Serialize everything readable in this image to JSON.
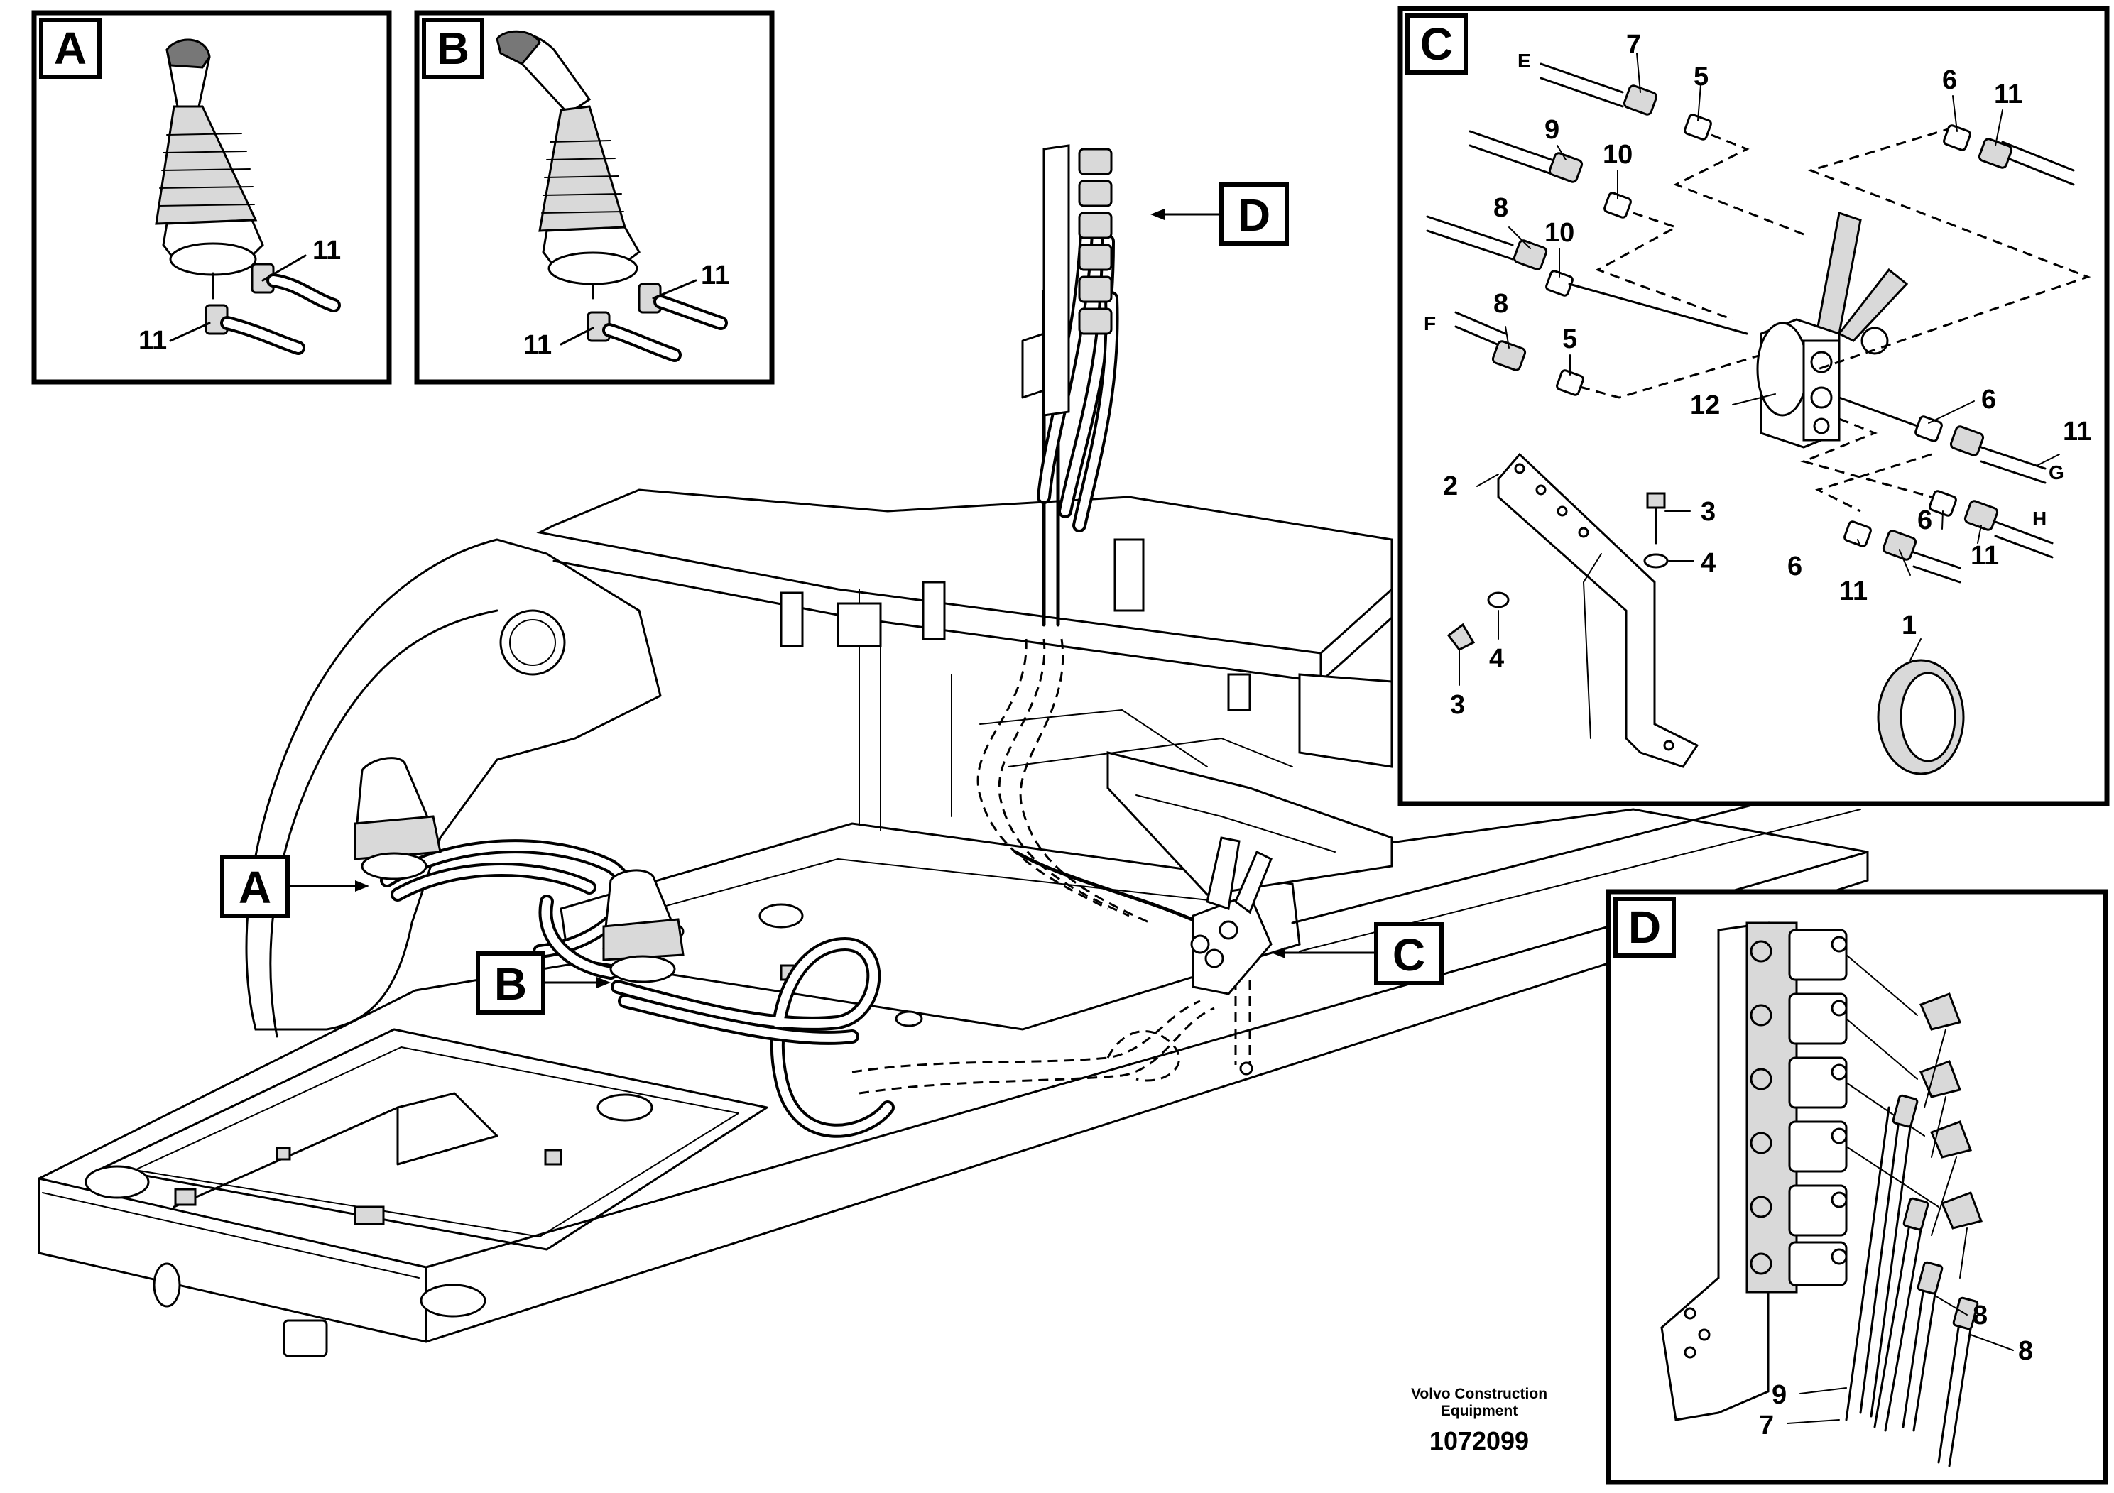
{
  "detail_views": {
    "A": {
      "label": "A",
      "numbers": [
        "11",
        "11"
      ]
    },
    "B": {
      "label": "B",
      "numbers": [
        "11",
        "11"
      ]
    },
    "C": {
      "label": "C",
      "numbers": [
        "7",
        "5",
        "9",
        "10",
        "8",
        "10",
        "8",
        "5",
        "6",
        "11",
        "12",
        "6",
        "11",
        "6",
        "11",
        "6",
        "11",
        "2",
        "3",
        "4",
        "4",
        "3",
        "1"
      ],
      "hose_letters": [
        "E",
        "F",
        "G",
        "H"
      ]
    },
    "D": {
      "label": "D",
      "numbers": [
        "8",
        "8",
        "9",
        "7"
      ]
    }
  },
  "main_callouts": [
    "A",
    "B",
    "C",
    "D"
  ],
  "watermark": {
    "line1": "Volvo Construction",
    "line2": "Equipment",
    "part_number": "1072099"
  }
}
